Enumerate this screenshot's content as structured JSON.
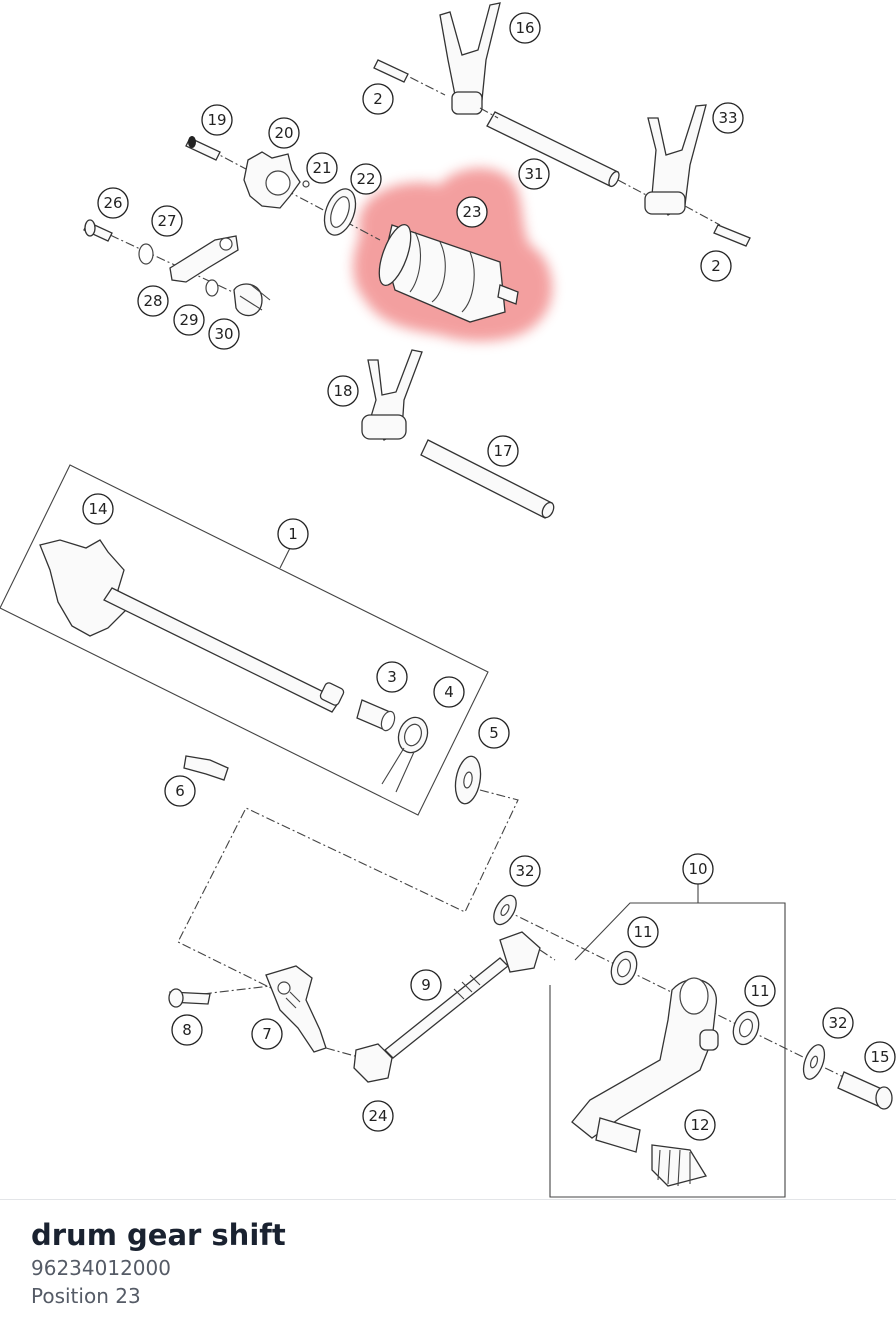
{
  "diagram": {
    "highlight_position": "23",
    "highlight_color": "#f08080",
    "callouts": [
      "1",
      "2",
      "2",
      "3",
      "4",
      "5",
      "6",
      "7",
      "8",
      "9",
      "10",
      "11",
      "11",
      "12",
      "14",
      "15",
      "16",
      "17",
      "18",
      "19",
      "20",
      "21",
      "22",
      "23",
      "24",
      "26",
      "27",
      "28",
      "29",
      "30",
      "31",
      "32",
      "32",
      "33"
    ]
  },
  "part": {
    "name": "drum gear shift",
    "number": "96234012000",
    "position_label": "Position 23"
  }
}
